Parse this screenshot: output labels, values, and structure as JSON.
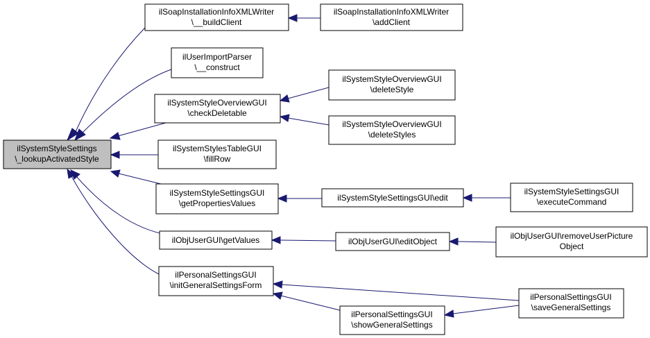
{
  "colors": {
    "edge": "#191970",
    "root_fill": "#bfbfbf",
    "node_fill": "#ffffff",
    "node_border": "#000000"
  },
  "nodes": {
    "root": {
      "line1": "ilSystemStyleSettings",
      "line2": "\\_lookupActivatedStyle"
    },
    "soap_build": {
      "line1": "ilSoapInstallationInfoXMLWriter",
      "line2": "\\__buildClient"
    },
    "soap_add": {
      "line1": "ilSoapInstallationInfoXMLWriter",
      "line2": "\\addClient"
    },
    "user_import": {
      "line1": "ilUserImportParser",
      "line2": "\\__construct"
    },
    "check_deletable": {
      "line1": "ilSystemStyleOverviewGUI",
      "line2": "\\checkDeletable"
    },
    "delete_style": {
      "line1": "ilSystemStyleOverviewGUI",
      "line2": "\\deleteStyle"
    },
    "delete_styles": {
      "line1": "ilSystemStyleOverviewGUI",
      "line2": "\\deleteStyles"
    },
    "fill_row": {
      "line1": "ilSystemStylesTableGUI",
      "line2": "\\fillRow"
    },
    "get_props": {
      "line1": "ilSystemStyleSettingsGUI",
      "line2": "\\getPropertiesValues"
    },
    "edit": {
      "line1": "ilSystemStyleSettingsGUI\\edit"
    },
    "exec_cmd": {
      "line1": "ilSystemStyleSettingsGUI",
      "line2": "\\executeCommand"
    },
    "get_values": {
      "line1": "ilObjUserGUI\\getValues"
    },
    "edit_object": {
      "line1": "ilObjUserGUI\\editObject"
    },
    "remove_pic": {
      "line1": "ilObjUserGUI\\removeUserPicture",
      "line2": "Object"
    },
    "init_general": {
      "line1": "ilPersonalSettingsGUI",
      "line2": "\\initGeneralSettingsForm"
    },
    "show_general": {
      "line1": "ilPersonalSettingsGUI",
      "line2": "\\showGeneralSettings"
    },
    "save_general": {
      "line1": "ilPersonalSettingsGUI",
      "line2": "\\saveGeneralSettings"
    }
  }
}
